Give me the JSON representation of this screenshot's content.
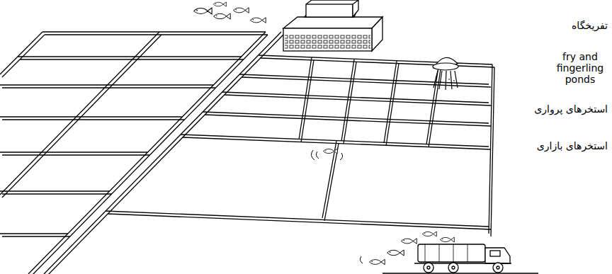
{
  "diagram": {
    "labels": [
      "تفریخگاه",
      "fry and fingerling ponds",
      "استخرهای پرواری",
      "استخرهای بازاری"
    ]
  }
}
